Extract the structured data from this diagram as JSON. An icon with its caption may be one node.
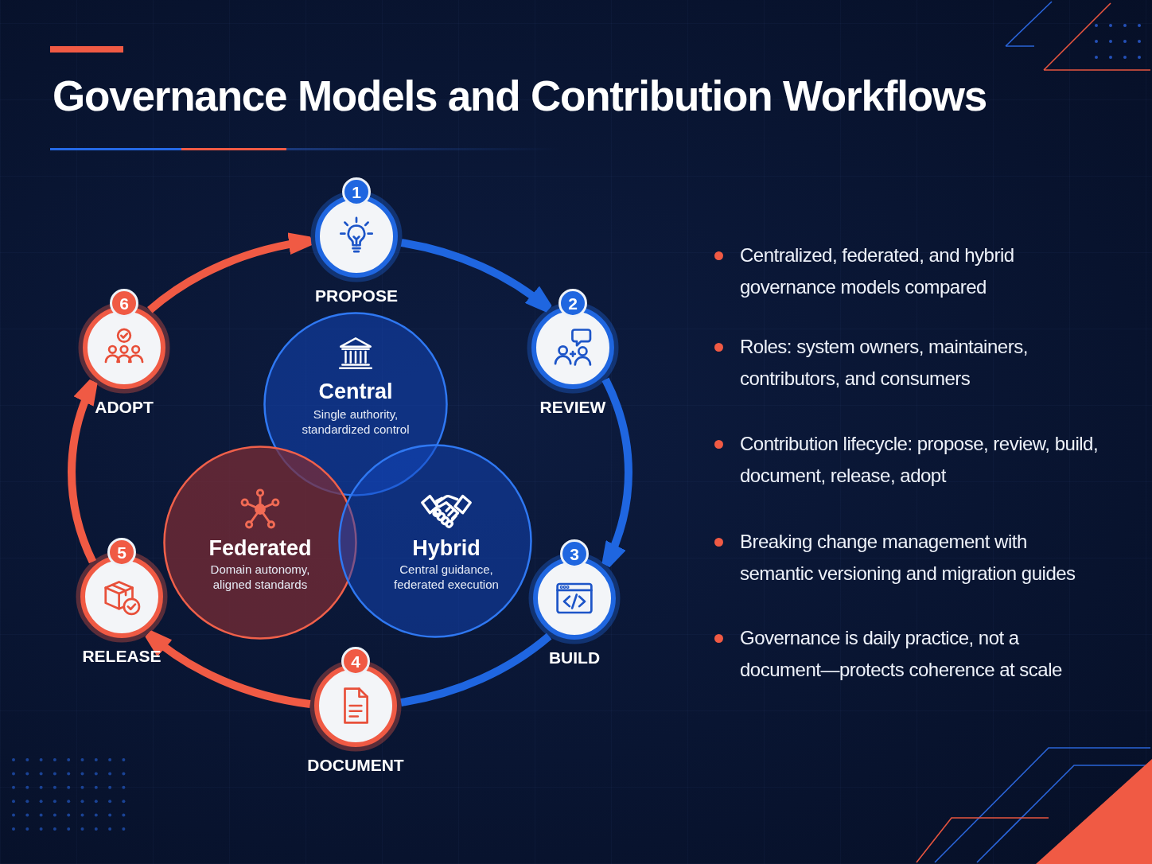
{
  "diagram": {
    "title": "Governance Models and Contribution Workflows",
    "nodes": [
      {
        "text": [
          "1",
          "PROPOSE"
        ]
      },
      {
        "text": [
          "2",
          "REVIEW"
        ]
      },
      {
        "text": [
          "3",
          "BUILD"
        ]
      },
      {
        "text": [
          "4",
          "DOCUMENT"
        ]
      },
      {
        "text": [
          "5",
          "RELEASE"
        ]
      },
      {
        "text": [
          "6",
          "ADOPT"
        ]
      },
      {
        "text": [
          "Central",
          "Single authority, standardized control"
        ]
      },
      {
        "text": [
          "Federated",
          "Domain autonomy, aligned standards"
        ]
      },
      {
        "text": [
          "Hybrid",
          "Central guidance, federated execution"
        ]
      }
    ],
    "edges": [
      {
        "from": 0,
        "to": 1,
        "arrow": "to"
      },
      {
        "from": 1,
        "to": 2,
        "arrow": "to"
      },
      {
        "from": 2,
        "to": 3,
        "arrow": "none"
      },
      {
        "from": 3,
        "to": 4,
        "arrow": "to",
        "color": "#f05a44"
      },
      {
        "from": 4,
        "to": 5,
        "arrow": "to",
        "color": "#f05a44"
      },
      {
        "from": 5,
        "to": 0,
        "arrow": "to",
        "color": "#f05a44"
      }
    ],
    "labels": [
      "Centralized, federated, and hybrid governance models compared",
      "Roles: system owners, maintainers, contributors, and consumers",
      "Contribution lifecycle: propose, review, build, document, release, adopt",
      "Breaking change management with semantic versioning and migration guides",
      "Governance is daily practice, not a document—protects coherence at scale"
    ]
  }
}
